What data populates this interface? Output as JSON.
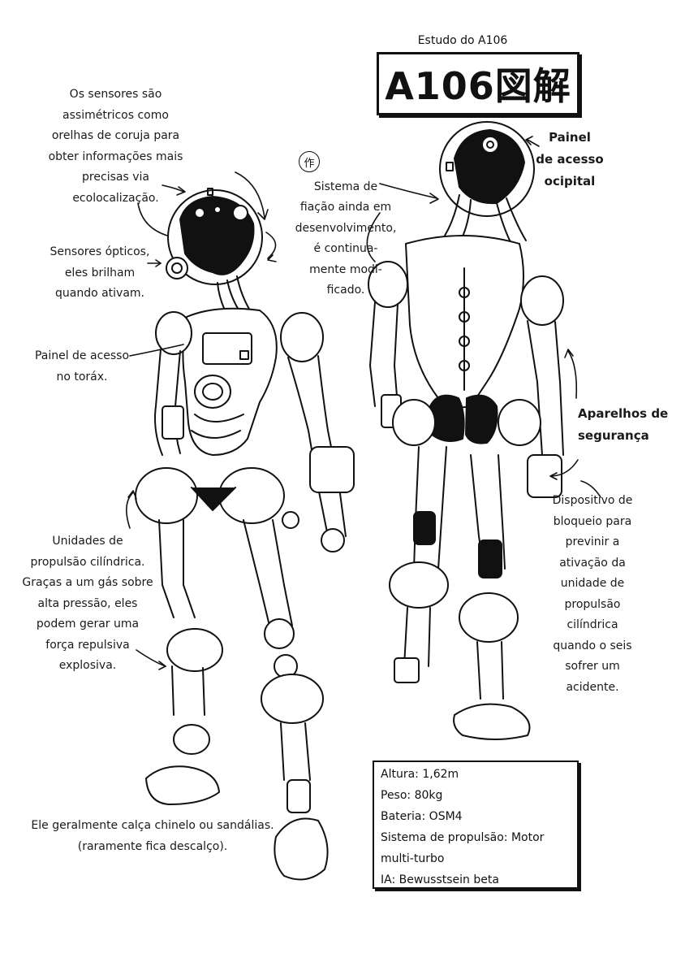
{
  "header": {
    "subtitle": "Estudo do A106",
    "title": "A106図解"
  },
  "annotations": {
    "owl_sensors": "Os sensores são\nassimétricos como\norelhas de coruja para\nobter informações mais\nprecisas via\necolocalização.",
    "optical_sensors": "Sensores ópticos,\neles brilham\nquando ativam.",
    "chest_panel": "Painel de acesso\nno toráx.",
    "wiring_mark": "作",
    "wiring": "Sistema de\nfiação ainda em\ndesenvolvimento,\né continua-\nmente modi-\nficado.",
    "occipital_panel": "Painel\nde acesso\nocipital",
    "safety_devices": "Aparelhos de\nsegurança",
    "lock_device": "Dispositivo de\nbloqueio para\nprevinir a\nativação da\nunidade de\npropulsão\ncilíndrica\nquando o seis\nsofrer um\nacidente.",
    "propulsion_units": "Unidades de\npropulsão cilíndrica.\nGraças a um gás sobre\nalta pressão, eles\npodem gerar uma\nforça repulsiva\nexplosiva.",
    "footwear": "Ele geralmente calça chinelo ou sandálias.\n(raramente fica descalço)."
  },
  "specs": [
    "Altura: 1,62m",
    "Peso: 80kg",
    "Bateria: OSM4",
    "Sistema de  propulsão: Motor\nmulti-turbo",
    "IA: Bewusstsein beta"
  ],
  "icons": {
    "front_robot": "robot-front-illustration",
    "back_robot": "robot-back-illustration"
  }
}
